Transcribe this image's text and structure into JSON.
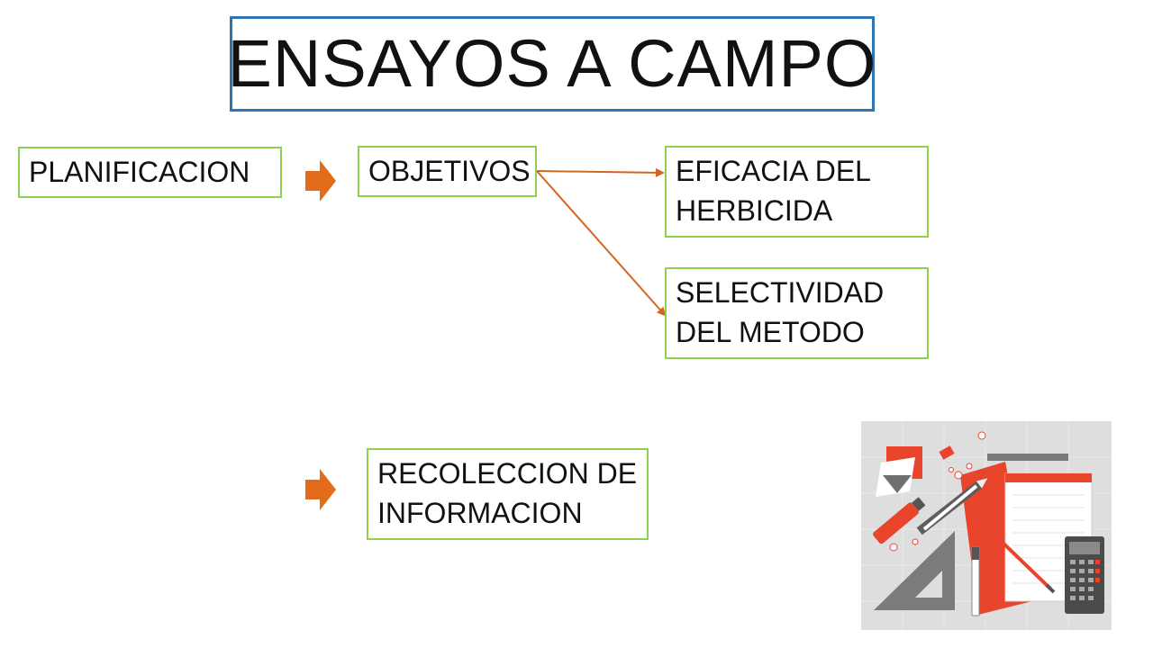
{
  "title": "ENSAYOS A CAMPO",
  "nodes": {
    "planificacion": {
      "lines": [
        "PLANIFICACION"
      ]
    },
    "objetivos": {
      "lines": [
        "OBJETIVOS"
      ]
    },
    "eficacia": {
      "lines": [
        "EFICACIA DEL",
        "HERBICIDA"
      ]
    },
    "selectividad": {
      "lines": [
        "SELECTIVIDAD",
        "DEL METODO"
      ]
    },
    "recoleccion": {
      "lines": [
        "RECOLECCION DE",
        "INFORMACION"
      ]
    }
  },
  "colors": {
    "title_border": "#2e75b6",
    "node_border": "#8fd14f",
    "arrow": "#e36c1a",
    "connector": "#d4651e",
    "accent_red": "#e8452c"
  },
  "icons": {
    "flow_arrow": "chevron-right-block-arrow",
    "illustration": "office-supplies-illustration"
  }
}
